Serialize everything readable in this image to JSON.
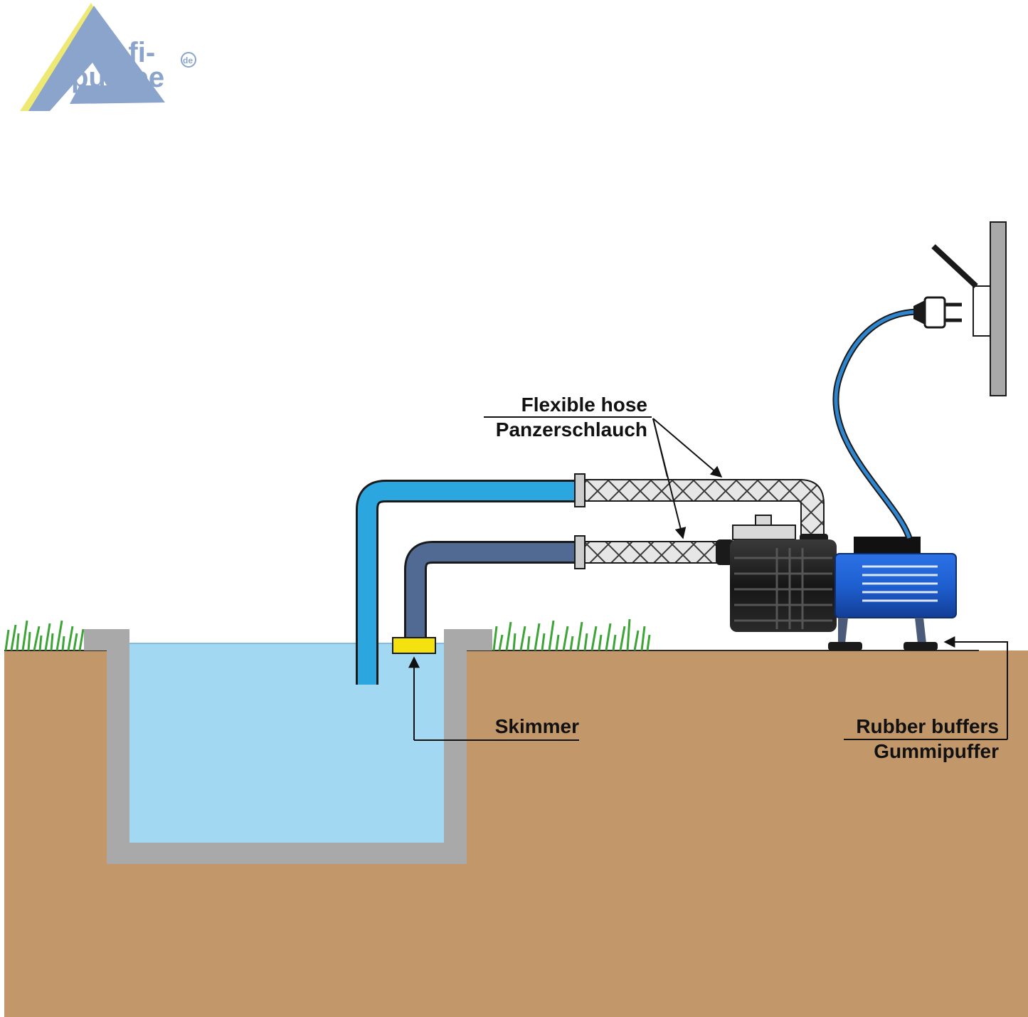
{
  "logo": {
    "line1": "profi-",
    "line2": "pumpe",
    "suffix": "de"
  },
  "labels": {
    "hose_en": "Flexible hose",
    "hose_de": "Panzerschlauch",
    "skimmer": "Skimmer",
    "buffers_en": "Rubber buffers",
    "buffers_de": "Gummipuffer"
  },
  "colors": {
    "ground": "#c2986b",
    "water": "#a2d8f2",
    "concrete": "#a9a9a9",
    "return_pipe": "#2ca6df",
    "suction_pipe": "#516a93",
    "skimmer": "#f3e20f",
    "motor": "#1e5fd0",
    "pump_body": "#1a1a1a",
    "power_cable": "#2f86cf",
    "grass": "#3ca535",
    "logo_blue": "#8aa4cc",
    "logo_yellow": "#eee874"
  }
}
